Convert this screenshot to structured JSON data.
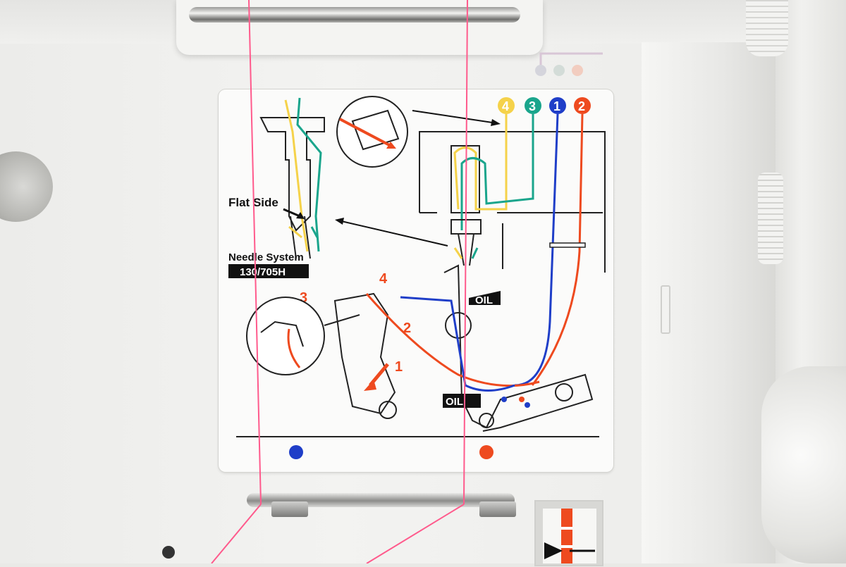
{
  "label": {
    "flat_side": "Flat Side",
    "needle_system": "Needle System",
    "needle_code": "130/705H",
    "oil_1": "OIL",
    "oil_2": "OIL",
    "num_1": "1",
    "num_2": "2",
    "num_3": "3",
    "num_4": "4",
    "thread_nums": [
      "4",
      "3",
      "1",
      "2"
    ]
  },
  "colors": {
    "yellow": "#f5d24a",
    "green": "#1aa58c",
    "blue": "#1f3ec8",
    "red": "#ee4a1f",
    "thread_pink": "#ff5a8c"
  },
  "icons": [
    "arrow-icon",
    "thread-guide-icon",
    "needle-bar-icon",
    "looper-icon"
  ]
}
